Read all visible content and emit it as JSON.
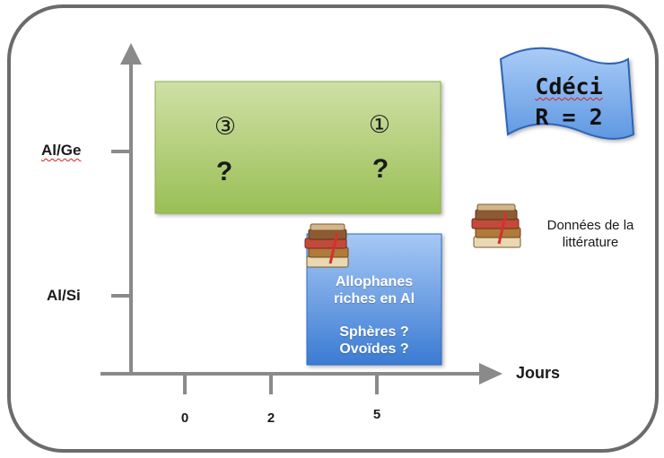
{
  "y_axis": {
    "labels": [
      {
        "text": "Al/Ge"
      },
      {
        "text": "Al/Si"
      }
    ]
  },
  "x_axis": {
    "title": "Jours",
    "ticks": [
      "0",
      "2",
      "5"
    ]
  },
  "green_region": {
    "left_marker": "③",
    "right_marker": "①",
    "left_question": "?",
    "right_question": "?"
  },
  "blue_region": {
    "line1": "Allophanes",
    "line2": "riches en Al",
    "line3": "Sphères ?",
    "line4": "Ovoïdes ?"
  },
  "flag": {
    "line1": "Cdéci",
    "line2": "R = 2"
  },
  "legend": {
    "icon": "books-icon",
    "line1": "Données de la",
    "line2": "littérature"
  },
  "colors": {
    "frame": "#6b6b6b",
    "axis": "#8a8a8a",
    "green_top": "#c9dca0",
    "green_bottom": "#97bb52",
    "blue_top": "#9ec3f2",
    "blue_bottom": "#3f7fd6",
    "flag": "#7fb0ea"
  }
}
